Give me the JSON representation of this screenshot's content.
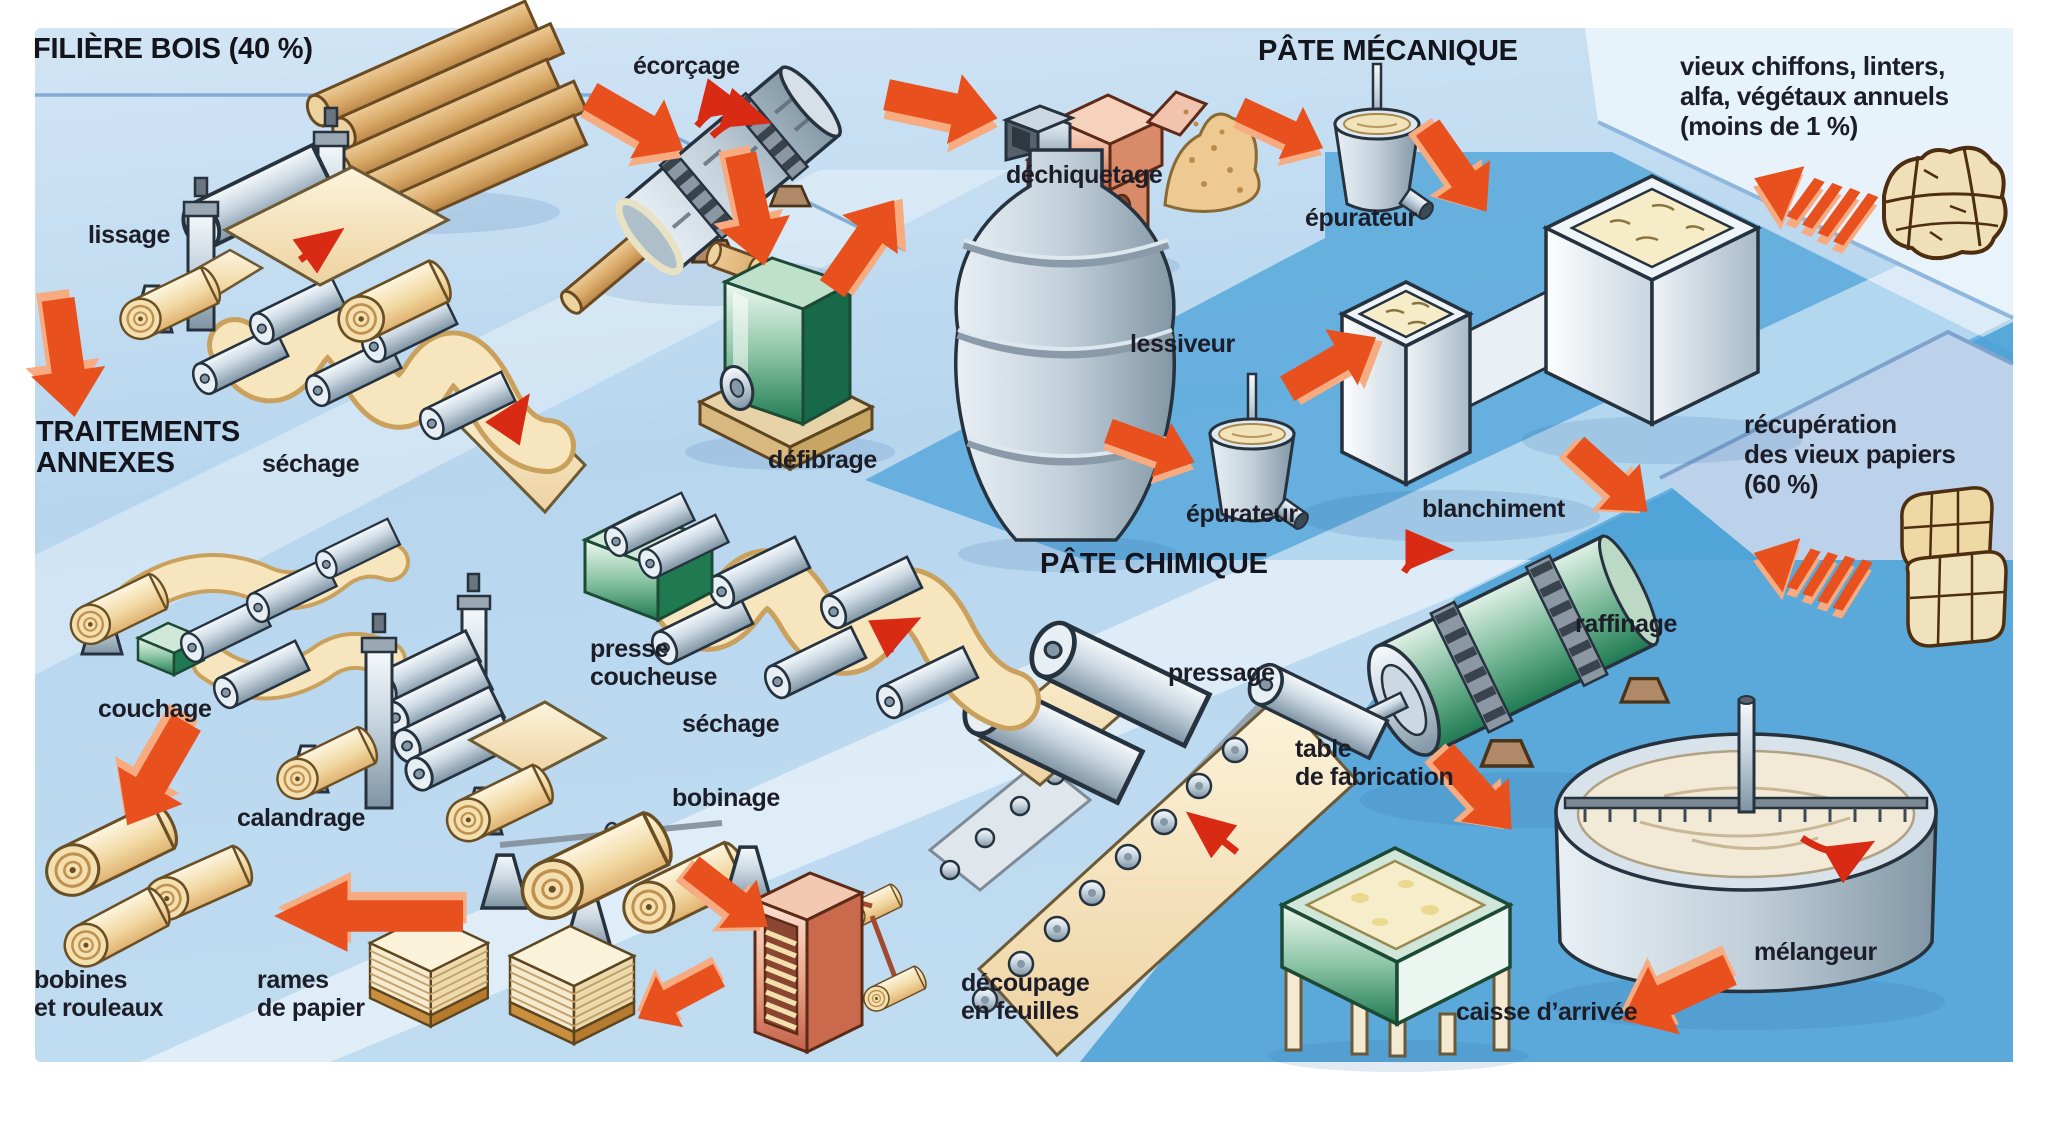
{
  "labels": {
    "filiere_bois": "FILIÈRE BOIS (40 %)",
    "ecorcage": "écorçage",
    "pate_mecanique": "PÂTE MÉCANIQUE",
    "vieux_chiffons": "vieux chiffons, linters,\nalfa, végétaux annuels\n(moins de 1 %)",
    "dechiquetage": "déchiquetage",
    "epurateur_1": "épurateur",
    "lissage": "lissage",
    "traitements_annexes": "TRAITEMENTS\nANNEXES",
    "sechage_1": "séchage",
    "defibrage": "défibrage",
    "lessiveur": "lessiveur",
    "epurateur_2": "épurateur",
    "pate_chimique": "PÂTE CHIMIQUE",
    "blanchiment": "blanchiment",
    "recuperation": "récupération\ndes vieux papiers\n(60 %)",
    "raffinage": "raffinage",
    "couchage": "couchage",
    "presse_coucheuse": "presse\ncoucheuse",
    "sechage_2": "séchage",
    "pressage": "pressage",
    "table_fabrication": "table\nde fabrication",
    "calandrage": "calandrage",
    "bobinage": "bobinage",
    "melangeur": "mélangeur",
    "bobines_rouleaux": "bobines\net rouleaux",
    "rames_papier": "rames\nde papier",
    "decoupage_feuilles": "découpage\nen feuilles",
    "caisse_arrivee": "caisse d’arrivée"
  },
  "colors": {
    "background": "#ffffff",
    "sky": "#b7d6ee",
    "platform_blue": "#4fa3d7",
    "platform_light": "#bcd2ea",
    "arrow": "#e8501e",
    "arrow_shadow": "#f7ab81",
    "text": "#1d1d28",
    "paper": "#f2d9a4",
    "wood": "#d9a968",
    "machine_silver": "#c9d6e0",
    "machine_green": "#1f7a52",
    "machine_copper": "#d97a57"
  }
}
